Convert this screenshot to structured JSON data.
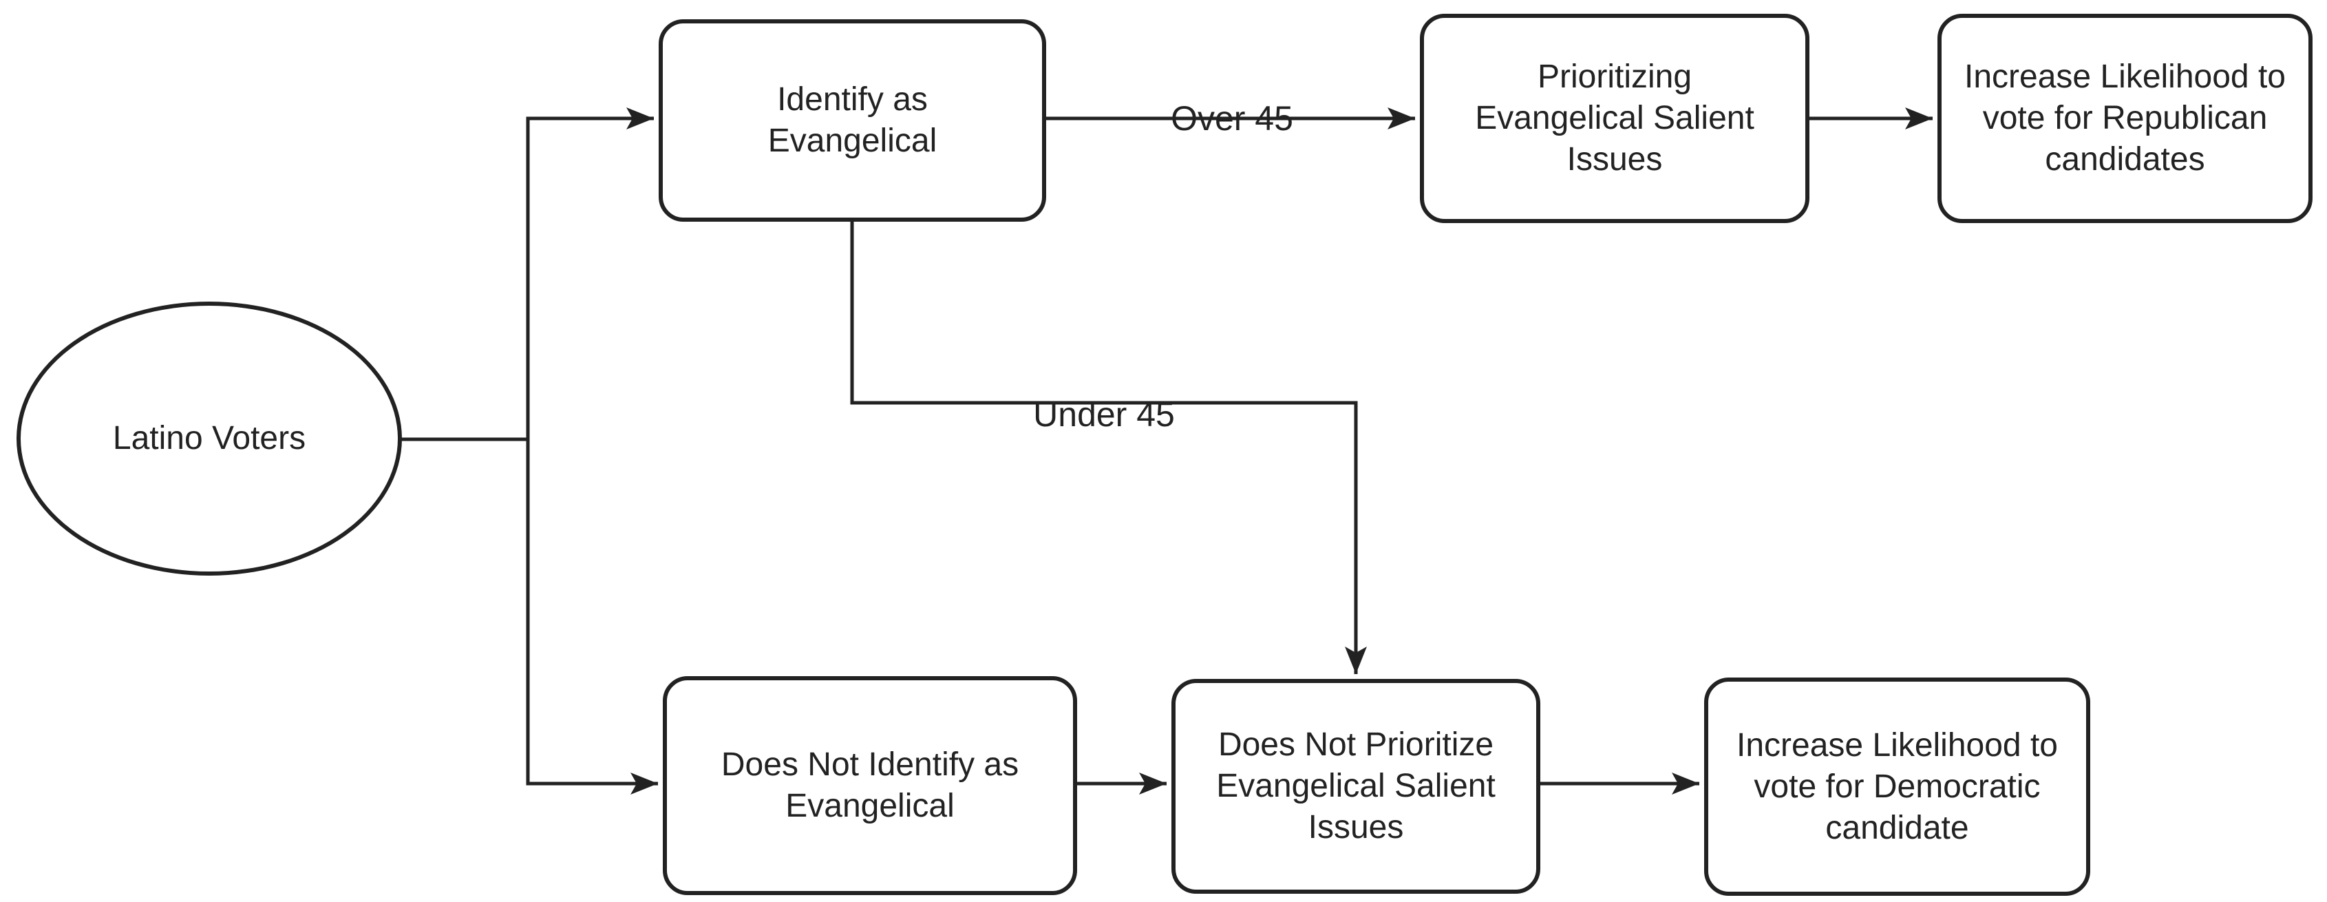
{
  "canvas": {
    "background": "#ffffff",
    "ink": "#222222"
  },
  "nodes": {
    "latino_voters": {
      "shape": "ellipse",
      "label": "Latino Voters"
    },
    "identify_evangelical": {
      "shape": "rounded-rect",
      "label": "Identify as\nEvangelical"
    },
    "prioritizing_issues": {
      "shape": "rounded-rect",
      "label": "Prioritizing\nEvangelical Salient\nIssues"
    },
    "republican_likelihood": {
      "shape": "rounded-rect",
      "label": "Increase Likelihood to\nvote for Republican\ncandidates"
    },
    "not_identify_evangelical": {
      "shape": "rounded-rect",
      "label": "Does Not Identify as\nEvangelical"
    },
    "not_prioritize_issues": {
      "shape": "rounded-rect",
      "label": "Does Not Prioritize\nEvangelical Salient\nIssues"
    },
    "democratic_likelihood": {
      "shape": "rounded-rect",
      "label": "Increase Likelihood to\nvote for Democratic\ncandidate"
    }
  },
  "edges": {
    "over_45": {
      "label": "Over 45"
    },
    "under_45": {
      "label": "Under 45"
    }
  }
}
